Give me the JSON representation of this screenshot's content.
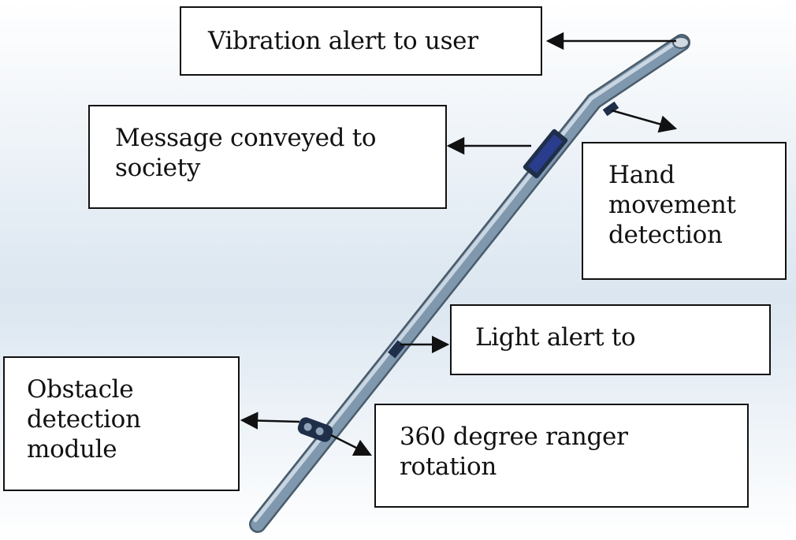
{
  "labels": {
    "vibration": {
      "lines": [
        "Vibration alert to user"
      ]
    },
    "message": {
      "lines": [
        "Message conveyed to",
        "society"
      ]
    },
    "hand": {
      "lines": [
        "Hand",
        "movement",
        "detection"
      ]
    },
    "light": {
      "lines": [
        "Light alert to"
      ]
    },
    "obstacle": {
      "lines": [
        "Obstacle",
        "detection",
        "module"
      ]
    },
    "ranger": {
      "lines": [
        "360 degree ranger",
        "rotation"
      ]
    }
  },
  "colors": {
    "stick_body": "#7f98ae",
    "stick_highlight": "#c9d6e2",
    "stick_outline": "#4a5c6c",
    "module_dark": "#1f2f4a",
    "module_screen": "#2a3c8c",
    "arrow": "#111111",
    "background_top": "#ffffff",
    "background_mid": "#dbe6f0"
  }
}
